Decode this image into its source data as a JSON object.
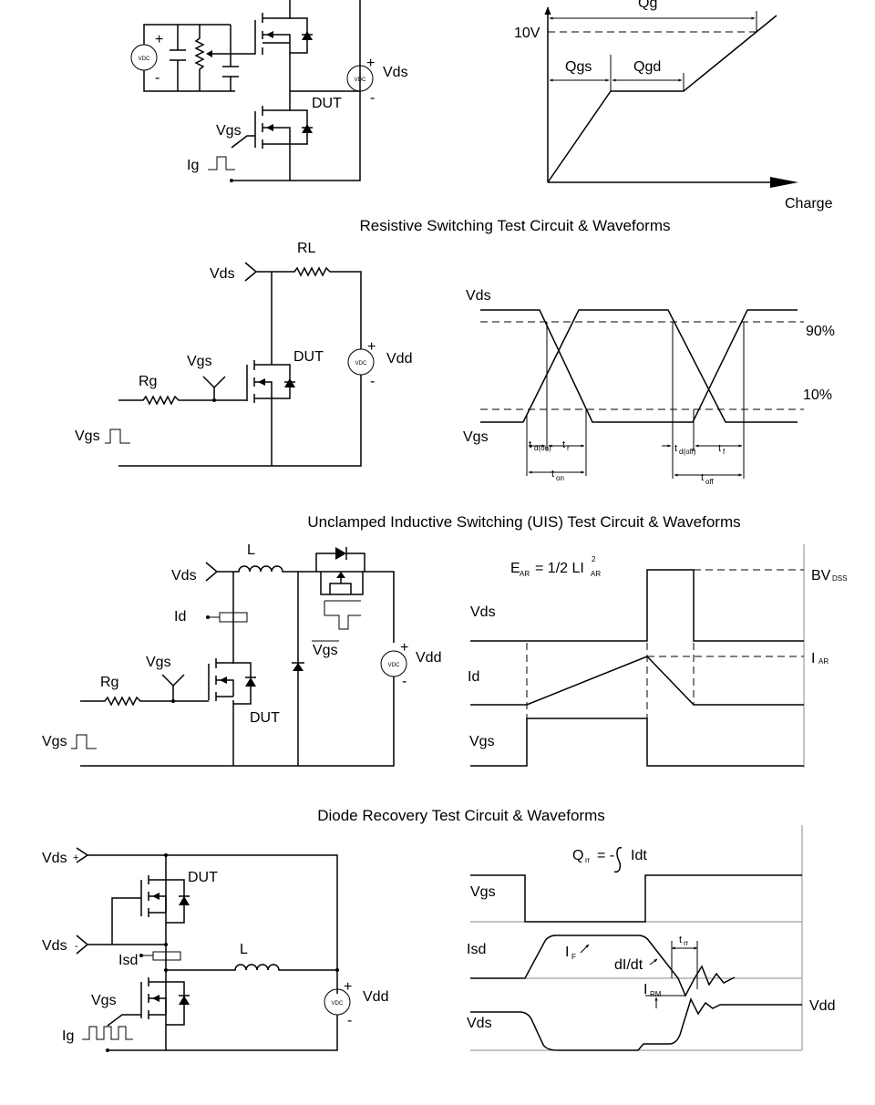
{
  "gate_charge": {
    "labels": {
      "vds": "Vds",
      "dut": "DUT",
      "vgs": "Vgs",
      "ig": "Ig",
      "vdc": "VDC",
      "plus": "+",
      "minus": "-"
    },
    "waveform": {
      "qg": "Qg",
      "ten_v": "10V",
      "qgs": "Qgs",
      "qgd": "Qgd",
      "charge": "Charge"
    }
  },
  "resistive": {
    "title": "Resistive Switching Test Circuit & Waveforms",
    "labels": {
      "rl": "RL",
      "vds": "Vds",
      "vgs": "Vgs",
      "rg": "Rg",
      "dut": "DUT",
      "vdd": "Vdd",
      "vgs_pulse": "Vgs",
      "vdc": "VDC",
      "plus": "+",
      "minus": "-"
    },
    "waveform": {
      "vds": "Vds",
      "vgs": "Vgs",
      "p90": "90%",
      "p10": "10%",
      "td_on_t": "t",
      "td_on_s": "d(on)",
      "tr_t": "t",
      "tr_s": "r",
      "td_off_t": "t",
      "td_off_s": "d(off)",
      "tf_t": "t",
      "tf_s": "f",
      "ton_t": "t",
      "ton_s": "on",
      "toff_t": "t",
      "toff_s": "off"
    }
  },
  "uis": {
    "title": "Unclamped Inductive Switching (UIS) Test Circuit & Waveforms",
    "labels": {
      "vds": "Vds",
      "l": "L",
      "id": "Id",
      "vgs": "Vgs",
      "vgs_bar": "Vgs",
      "rg": "Rg",
      "dut": "DUT",
      "vdd": "Vdd",
      "vgs_pulse": "Vgs",
      "vdc": "VDC",
      "plus": "+",
      "minus": "-"
    },
    "waveform": {
      "eq_main": "E",
      "eq_sub": "AR",
      "eq_mid": "= 1/2 LI",
      "eq_sup": "2",
      "eq_sub2": "AR",
      "bv": "BV",
      "bv_sub": "DSS",
      "iar": "I",
      "iar_sub": "AR",
      "vds": "Vds",
      "id": "Id",
      "vgs": "Vgs"
    }
  },
  "diode": {
    "title": "Diode Recovery Test Circuit & Waveforms",
    "labels": {
      "vds_plus": "Vds",
      "vds_minus": "Vds",
      "dut": "DUT",
      "isd": "Isd",
      "l": "L",
      "vgs": "Vgs",
      "ig": "Ig",
      "vdd": "Vdd",
      "vdc": "VDC",
      "plus": "+",
      "minus": "-"
    },
    "waveform": {
      "qrr_q": "Q",
      "qrr_sub": "rr",
      "qrr_eq": "= -",
      "qrr_idt": "Idt",
      "vgs": "Vgs",
      "isd": "Isd",
      "if": "I",
      "if_sub": "F",
      "didt": "dI/dt",
      "trr": "t",
      "trr_sub": "rr",
      "irm": "I",
      "irm_sub": "RM",
      "vds": "Vds",
      "vdd": "Vdd"
    }
  }
}
